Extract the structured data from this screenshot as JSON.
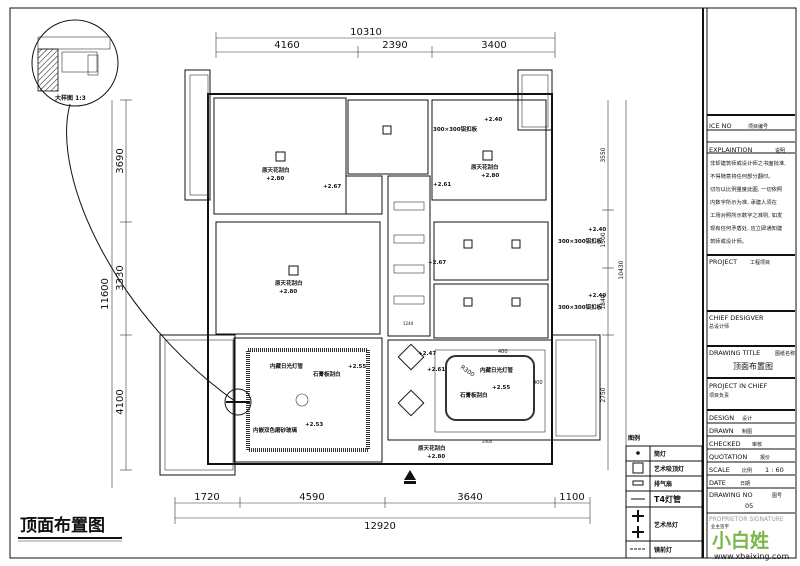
{
  "title": "顶面布置图",
  "detail": {
    "label": "大样图 1:3"
  },
  "dimensions": {
    "top_total": "10310",
    "top": [
      "4160",
      "2390",
      "3400"
    ],
    "left_total": "11600",
    "left": [
      "3690",
      "3330",
      "4100"
    ],
    "bottom_total": "12920",
    "bottom": [
      "1720",
      "4590",
      "3640",
      "1100"
    ],
    "right_total": "10430",
    "right": [
      "3550",
      "1500",
      "1840",
      "2750"
    ],
    "inner": [
      "2400",
      "R300",
      "400",
      "400",
      "1240"
    ]
  },
  "annotations": {
    "ceiling_paint": "原天花刮白",
    "bath_ceiling": "300×300铝扣板",
    "hidden_light": "内藏日光灯管",
    "gypsum": "石膏板刮白",
    "glass": "内嵌双色磨砂玻璃",
    "h280": "+2.80",
    "h240": "+2.40",
    "h267": "+2.67",
    "h261": "+2.61",
    "h255": "+2.55",
    "h253": "+2.53",
    "h247": "+2.47"
  },
  "legend": {
    "title": "图例",
    "items": [
      "筒灯",
      "艺术吸顶灯",
      "排气扇",
      "T4灯管",
      "艺术吊灯",
      "镜前灯"
    ]
  },
  "title_block": {
    "ice_no": "ICE NO",
    "ice_no_cn": "项目编号",
    "explaination": "EXPLAINTION",
    "explaination_cn": "说明",
    "explain_text": [
      "非却建筑师或设计师之书面批准,",
      "不得随意将任何部分翻印。",
      "切勿以比例量度此图, 一切依照",
      "内数字所示为准, 承建人须在",
      "工场对照所示数字之准则, 如发",
      "现有任何矛盾处, 应立即通知建",
      "筑师或设计师。"
    ],
    "project": "PROJECT",
    "project_cn": "工程项目",
    "chief_designer": "CHIEF DESIGVER",
    "chief_designer_cn": "总设计师",
    "drawing_title": "DRAWING TITLE",
    "drawing_title_cn": "图纸名称",
    "drawing_title_value": "顶面布置图",
    "project_in_chief": "PROJECT IN CHIEF",
    "project_in_chief_cn": "项目负责",
    "design": "DESIGN",
    "design_cn": "设计",
    "drawn": "DRAWN",
    "drawn_cn": "制图",
    "checked": "CHECKED",
    "checked_cn": "审核",
    "quotation": "QUOTATION",
    "quotation_cn": "报价",
    "scale": "SCALE",
    "scale_cn": "比例",
    "scale_value": "1 : 60",
    "date": "DATE",
    "date_cn": "日期",
    "drawing_no": "DRAWING NO",
    "drawing_no_cn": "图号",
    "drawing_no_value": "05",
    "proprietor": "PROPRIETOR SIGNATURE",
    "proprietor_cn": "业主签字"
  },
  "watermark": {
    "brand": "小白姓",
    "url": "www.xbaixing.com"
  }
}
